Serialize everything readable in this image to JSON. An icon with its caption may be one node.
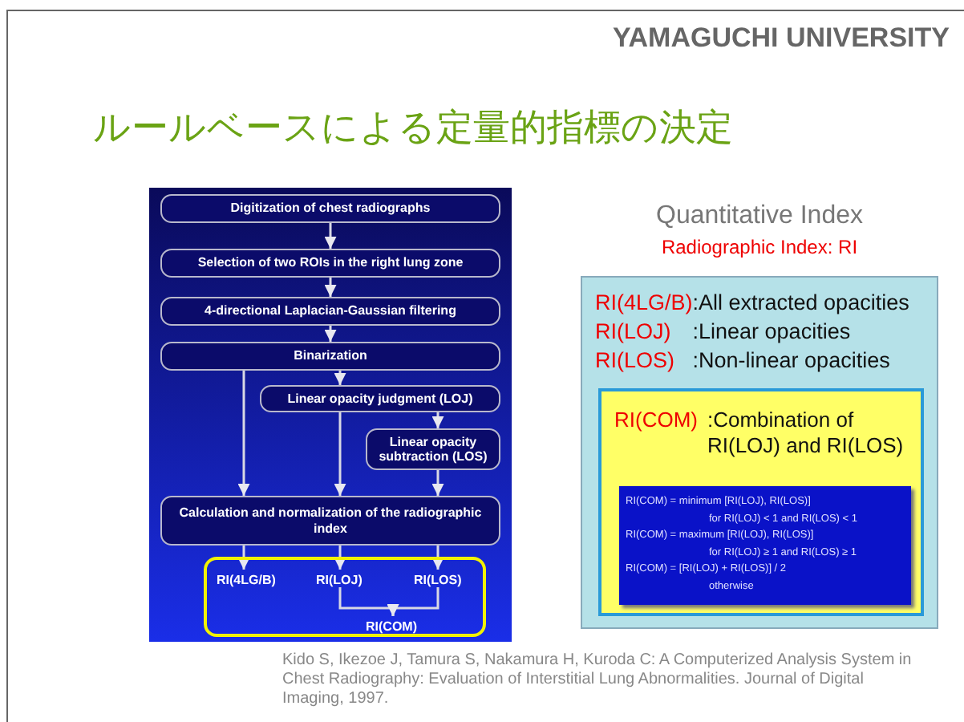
{
  "diagram": {
    "title": "ルールベースによる定量的指標の決定",
    "nodes": [
      {
        "text": [
          "Digitization of chest radiographs"
        ]
      },
      {
        "text": [
          "Selection of two ROIs in the right lung zone"
        ]
      },
      {
        "text": [
          "4-directional Laplacian-Gaussian filtering"
        ]
      },
      {
        "text": [
          "Binarization"
        ]
      },
      {
        "text": [
          "Linear opacity judgment (LOJ)"
        ]
      },
      {
        "text": [
          "Linear opacity subtraction (LOS)"
        ]
      },
      {
        "text": [
          "Calculation and normalization of the radiographic index"
        ]
      },
      {
        "text": [],
        "shape": "box"
      },
      {
        "text": [
          "RI(4LG/B)"
        ],
        "in": 7
      },
      {
        "text": [
          "RI(LOJ)"
        ],
        "in": 7
      },
      {
        "text": [
          "RI(LOS)"
        ],
        "in": 7
      },
      {
        "text": [
          "RI(COM)"
        ],
        "in": 7
      },
      {
        "text": [
          "RI(4LG/B)",
          ":All extracted opacities",
          "RI(LOJ)",
          ":Linear opacities",
          "RI(LOS)",
          ":Non-linear opacities"
        ]
      },
      {
        "text": [
          "RI(COM)",
          ":Combination of RI(LOJ) and RI(LOS)"
        ],
        "in": 12
      },
      {
        "text": [
          "RI(COM) = minimum [RI(LOJ), RI(LOS)]",
          "for RI(LOJ) < 1 and RI(LOS) < 1",
          "RI(COM) = maximum [RI(LOJ), RI(LOS)]",
          "for RI(LOJ) ≥ 1 and RI(LOS) ≥ 1",
          "RI(COM) = [RI(LOJ) + RI(LOS)] / 2",
          "otherwise"
        ],
        "in": 13
      }
    ],
    "edges": [
      {
        "from": 0,
        "to": 1,
        "arrow": "to"
      },
      {
        "from": 1,
        "to": 2,
        "arrow": "to"
      },
      {
        "from": 2,
        "to": 3,
        "arrow": "to"
      },
      {
        "from": 3,
        "to": 4,
        "arrow": "to"
      },
      {
        "from": 3,
        "to": 6,
        "arrow": "to"
      },
      {
        "from": 4,
        "to": 6,
        "arrow": "to"
      },
      {
        "from": 4,
        "to": 5,
        "arrow": "to"
      },
      {
        "from": 5,
        "to": 6,
        "arrow": "to"
      },
      {
        "from": 6,
        "to": 8,
        "arrow": "to"
      },
      {
        "from": 6,
        "to": 9,
        "arrow": "to"
      },
      {
        "from": 6,
        "to": 10,
        "arrow": "to"
      },
      {
        "from": 9,
        "to": 11,
        "arrow": "to"
      },
      {
        "from": 10,
        "to": 11,
        "arrow": "to"
      }
    ],
    "labels": [
      "YAMAGUCHI UNIVERSITY",
      "Quantitative Index",
      "Radiographic Index: RI",
      "Kido S, Ikezoe J, Tamura S, Nakamura H, Kuroda C: A Computerized Analysis System in Chest Radiography: Evaluation of Interstitial Lung Abnormalities. Journal of Digital Imaging, 1997."
    ]
  }
}
